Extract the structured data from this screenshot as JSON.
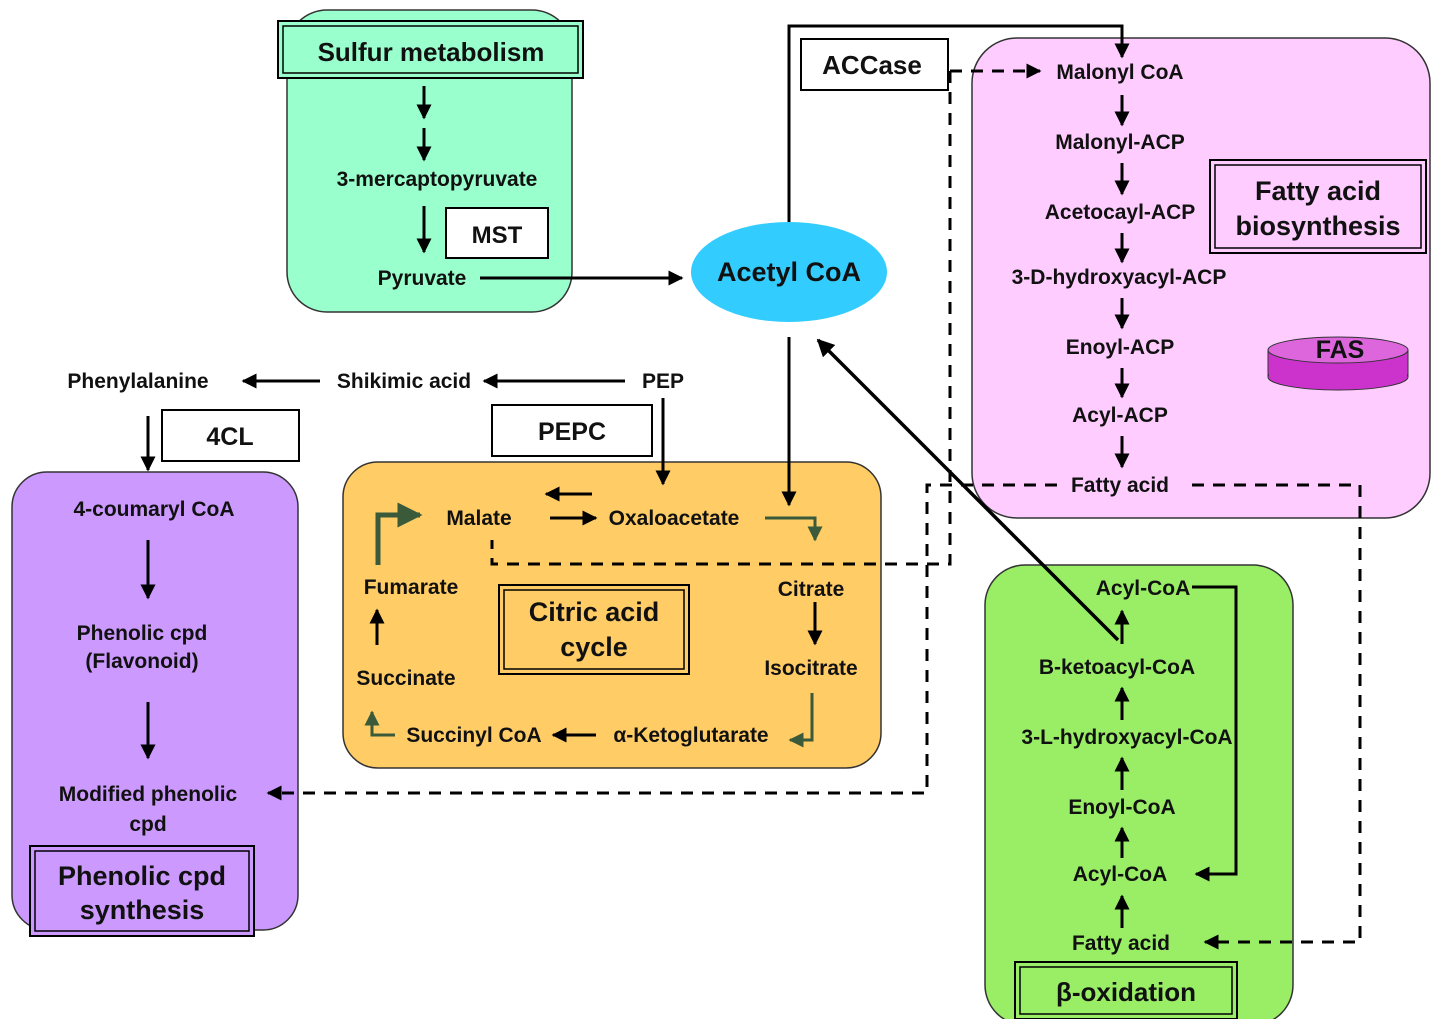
{
  "colors": {
    "sulfur_region": "#99ffcc",
    "fatty_acid_region": "#ffccff",
    "beta_oxidation_region": "#99ee66",
    "phenolic_region": "#cc99ff",
    "citric_region": "#ffcc66",
    "acetyl_coa_ellipse": "#33ccff",
    "fas_disk": "#cc33cc",
    "citric_arrows": "#3a5a3a"
  },
  "regions": {
    "sulfur": {
      "title": "Sulfur metabolism",
      "nodes": {
        "mercaptopyruvate": "3-mercaptopyruvate",
        "pyruvate": "Pyruvate"
      },
      "enzyme": "MST"
    },
    "acetyl_coa": "Acetyl CoA",
    "accase": "ACCase",
    "fatty_acid": {
      "title_line1": "Fatty acid",
      "title_line2": "biosynthesis",
      "nodes": {
        "malonyl_coa": "Malonyl CoA",
        "malonyl_acp": "Malonyl-ACP",
        "acetocayl_acp": "Acetocayl-ACP",
        "hydroxyacyl_acp": "3-D-hydroxyacyl-ACP",
        "enoyl_acp": "Enoyl-ACP",
        "acyl_acp": "Acyl-ACP",
        "fatty_acid": "Fatty acid"
      },
      "enzyme": "FAS"
    },
    "shikimate": {
      "phenylalanine": "Phenylalanine",
      "shikimic_acid": "Shikimic acid",
      "pep": "PEP",
      "pepc": "PEPC",
      "fourcl": "4CL"
    },
    "phenolic": {
      "title_line1": "Phenolic cpd",
      "title_line2": "synthesis",
      "nodes": {
        "coumaryl_coa": "4-coumaryl CoA",
        "phenolic_cpd_line1": "Phenolic cpd",
        "phenolic_cpd_line2": "(Flavonoid)",
        "modified_line1": "Modified phenolic",
        "modified_line2": "cpd"
      }
    },
    "citric": {
      "title_line1": "Citric acid",
      "title_line2": "cycle",
      "nodes": {
        "malate": "Malate",
        "oxaloacetate": "Oxaloacetate",
        "citrate": "Citrate",
        "isocitrate": "Isocitrate",
        "ketoglutarate": "α-Ketoglutarate",
        "succinyl_coa": "Succinyl CoA",
        "succinate": "Succinate",
        "fumarate": "Fumarate"
      }
    },
    "beta_oxidation": {
      "title": "β-oxidation",
      "nodes": {
        "acyl_coa_top": "Acyl-CoA",
        "ketoacyl_coa": "B-ketoacyl-CoA",
        "hydroxyacyl_coa": "3-L-hydroxyacyl-CoA",
        "enoyl_coa": "Enoyl-CoA",
        "acyl_coa_bottom": "Acyl-CoA",
        "fatty_acid": "Fatty acid"
      }
    }
  }
}
